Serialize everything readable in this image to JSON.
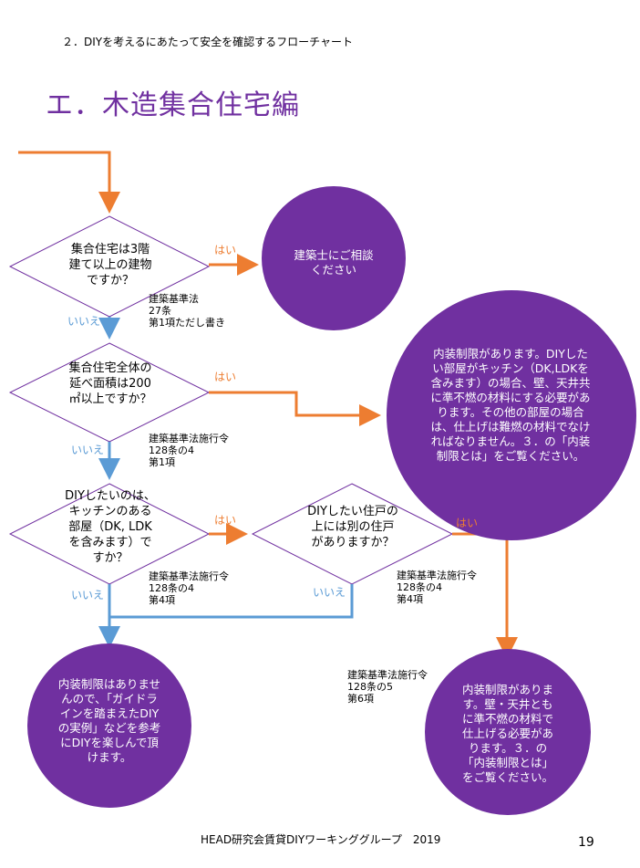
{
  "header": {
    "subtitle": "２．DIYを考えるにあたって安全を確認するフローチャート",
    "title": "エ．木造集合住宅編"
  },
  "colors": {
    "title": "#7030A0",
    "circle": "#7030A0",
    "yes_arrow": "#ED7D31",
    "no_arrow": "#5B9BD5",
    "diamond_border": "#7030A0"
  },
  "decisions": {
    "d1": "集合住宅は3階建て以上の建物ですか？",
    "d2": "集合住宅全体の延べ面積は200㎡以上ですか？",
    "d3": "DIYしたいのは、キッチンのある部屋（DK, LDKを含みます）ですか？",
    "d4": "DIYしたい住戸の上には別の住戸がありますか？"
  },
  "outcomes": {
    "c1": "建築士にご相談ください",
    "c2": "内装制限があります。DIYしたい部屋がキッチン（DK,LDKを含みます）の場合、壁、天井共に準不燃の材料にする必要があります。その他の部屋の場合は、仕上げは難燃の材料でなければなりません。３．の「内装制限とは」をご覧ください。",
    "c3": "内装制限はありませんので、「ガイドラインを踏まえたDIYの実例」などを参考にDIYを楽しんで頂けます。",
    "c4": "内装制限があります。壁・天井ともに準不燃の材料で仕上げる必要があります。３．の「内装制限とは」をご覧ください。"
  },
  "labels": {
    "yes": "はい",
    "no": "いいえ"
  },
  "references": {
    "r1": "建築基準法\n27条\n第1項ただし書き",
    "r2": "建築基準法施行令\n128条の4\n第1項",
    "r3": "建築基準法施行令\n128条の4\n第4項",
    "r4": "建築基準法施行令\n128条の4\n第4項",
    "r5": "建築基準法施行令\n128条の5\n第6項"
  },
  "footer": {
    "text": "HEAD研究会賃貸DIYワーキンググループ　2019",
    "page_number": "19"
  }
}
